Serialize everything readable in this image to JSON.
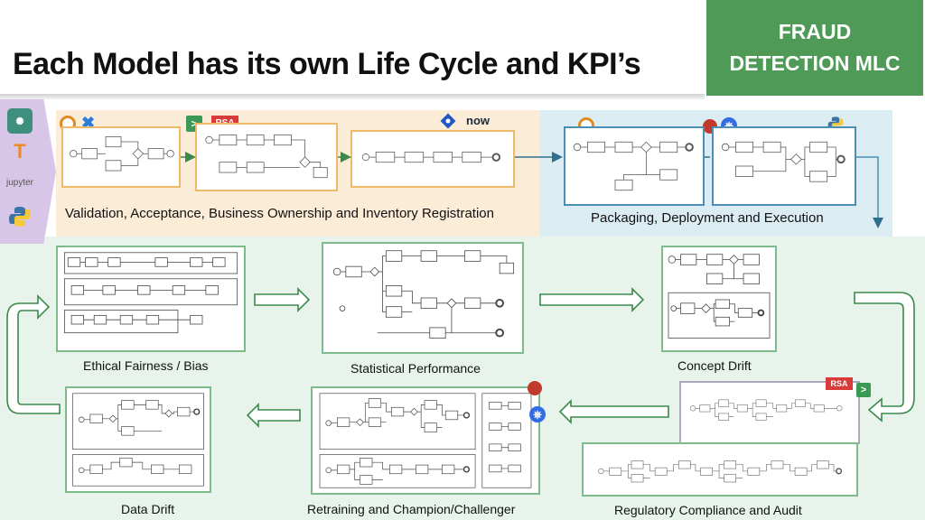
{
  "title": "Each Model has its own Life Cycle and KPI’s",
  "badge": {
    "line1": "FRAUD",
    "line2": "DETECTION MLC"
  },
  "tools": {
    "jupyter": "jupyter",
    "rsa": "RSA",
    "now": "now",
    "terminal": ">"
  },
  "stages": {
    "validation": "Validation, Acceptance, Business Ownership and Inventory Registration",
    "packaging": "Packaging, Deployment and Execution",
    "ethical": "Ethical Fairness / Bias",
    "statistical": "Statistical Performance",
    "concept": "Concept Drift",
    "data_drift": "Data Drift",
    "retraining": "Retraining and Champion/Challenger",
    "regulatory": "Regulatory Compliance and Audit"
  },
  "colors": {
    "badge": "#4f9a56",
    "top_left_band": "#fbecd7",
    "top_right_band": "#dcecf3",
    "bottom_band": "#e8f3ec",
    "frame_green": "#7dbb8a",
    "arrow_blue": "#2e6f8e"
  }
}
